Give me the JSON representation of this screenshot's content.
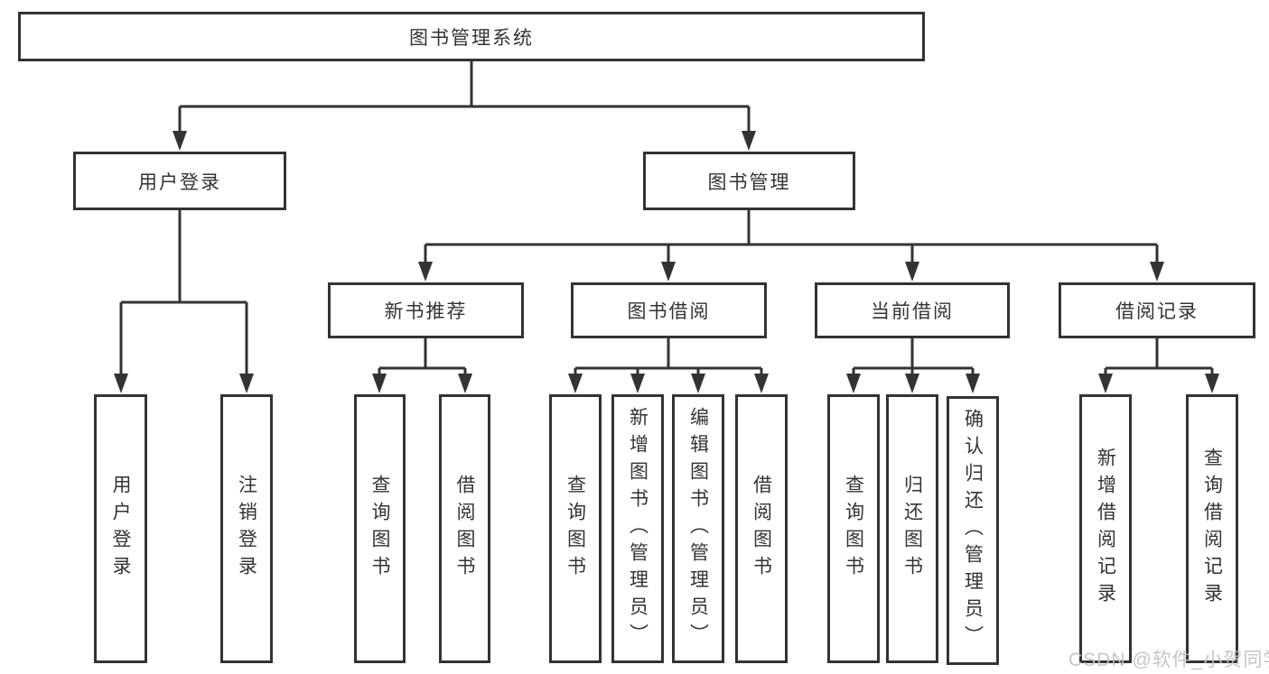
{
  "root": {
    "label": "图书管理系统"
  },
  "level1": [
    {
      "label": "用户登录"
    },
    {
      "label": "图书管理"
    }
  ],
  "level2": [
    {
      "label": "新书推荐"
    },
    {
      "label": "图书借阅"
    },
    {
      "label": "当前借阅"
    },
    {
      "label": "借阅记录"
    }
  ],
  "leaves": {
    "user_login": [
      {
        "label": "用户登录"
      },
      {
        "label": "注销登录"
      }
    ],
    "new_book": [
      {
        "label": "查询图书"
      },
      {
        "label": "借阅图书"
      }
    ],
    "book_borrow": [
      {
        "label": "查询图书"
      },
      {
        "label": "新增图书（管理员）"
      },
      {
        "label": "编辑图书（管理员）"
      },
      {
        "label": "借阅图书"
      }
    ],
    "current_borrow": [
      {
        "label": "查询图书"
      },
      {
        "label": "归还图书"
      },
      {
        "label": "确认归还（管理员）"
      }
    ],
    "borrow_records": [
      {
        "label": "新增借阅记录"
      },
      {
        "label": "查询借阅记录"
      }
    ]
  },
  "watermark": "CSDN @软件_小贺同学",
  "colors": {
    "line": "#333333",
    "text": "#333333",
    "box_background": "#ffffff",
    "page_background": "#ffffff",
    "watermark": "#c1c1c1"
  }
}
